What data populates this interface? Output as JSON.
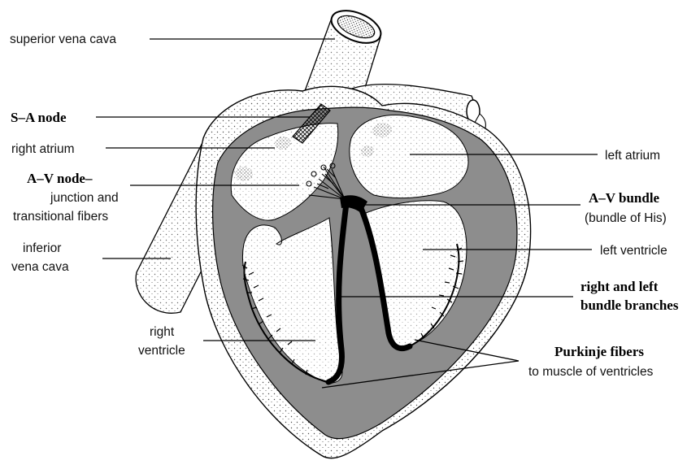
{
  "labels": {
    "superior_vena_cava": "superior vena cava",
    "sa_node": "S–A node",
    "right_atrium": "right atrium",
    "av_node_title": "A–V node–",
    "av_node_line2": "junction and",
    "av_node_line3": "transitional fibers",
    "inferior_vena_cava_line1": "inferior",
    "inferior_vena_cava_line2": "vena cava",
    "right_ventricle_line1": "right",
    "right_ventricle_line2": "ventricle",
    "left_atrium": "left atrium",
    "av_bundle_title": "A–V bundle",
    "av_bundle_sub": "(bundle of His)",
    "left_ventricle": "left ventricle",
    "bundle_branches_line1": "right and left",
    "bundle_branches_line2": "bundle branches",
    "purkinje_title": "Purkinje fibers",
    "purkinje_sub": "to muscle of ventricles"
  },
  "colors": {
    "myocardium": "#8d8d8d",
    "chamber": "#ffffff",
    "conduction": "#000000",
    "stipple": "#000000"
  }
}
